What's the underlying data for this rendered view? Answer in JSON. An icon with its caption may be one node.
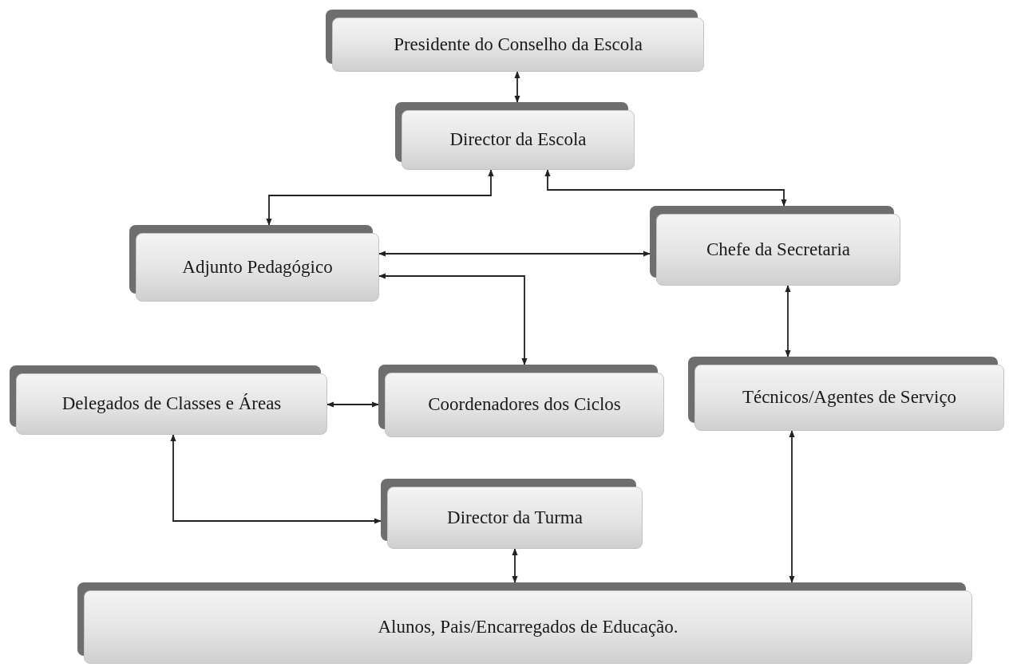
{
  "diagram": {
    "nodes": [
      {
        "text": [
          "Presidente do Conselho da Escola"
        ]
      },
      {
        "text": [
          "Director da Escola"
        ]
      },
      {
        "text": [
          "Adjunto Pedagógico"
        ]
      },
      {
        "text": [
          "Chefe da Secretaria"
        ]
      },
      {
        "text": [
          "Delegados de Classes e Áreas"
        ]
      },
      {
        "text": [
          "Coordenadores dos Ciclos"
        ]
      },
      {
        "text": [
          "Técnicos/Agentes de Serviço"
        ]
      },
      {
        "text": [
          "Director da Turma"
        ]
      },
      {
        "text": [
          "Alunos, Pais/Encarregados de Educação."
        ]
      }
    ],
    "edges": [
      {
        "from": 0,
        "to": 1,
        "arrow": "both"
      },
      {
        "from": 1,
        "to": 2,
        "arrow": "both"
      },
      {
        "from": 1,
        "to": 3,
        "arrow": "both"
      },
      {
        "from": 2,
        "to": 3,
        "arrow": "both"
      },
      {
        "from": 2,
        "to": 5,
        "arrow": "both"
      },
      {
        "from": 4,
        "to": 5,
        "arrow": "both"
      },
      {
        "from": 3,
        "to": 6,
        "arrow": "both"
      },
      {
        "from": 4,
        "to": 7,
        "arrow": "both"
      },
      {
        "from": 7,
        "to": 8,
        "arrow": "both"
      },
      {
        "from": 6,
        "to": 8,
        "arrow": "both"
      }
    ]
  }
}
